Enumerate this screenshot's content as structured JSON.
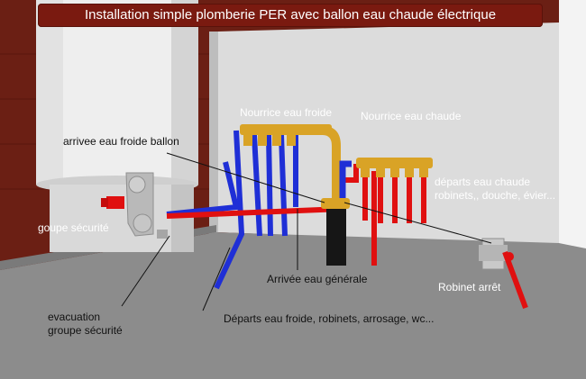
{
  "title": "Installation simple plomberie PER avec ballon eau chaude  électrique",
  "labels": {
    "nourrice_froide": "Nourrice eau froide",
    "nourrice_chaude": "Nourrice eau chaude",
    "arrivee_ballon": "arrivee eau froide ballon",
    "departs_chaude_1": "départs eau chaude",
    "departs_chaude_2": "robinets,, douche, évier...",
    "groupe_securite": "goupe sécurité",
    "arrivee_generale": "Arrivée eau générale",
    "robinet_arret": "Robinet arrêt",
    "evacuation_1": "evacuation",
    "evacuation_2": "groupe sécurité",
    "departs_froide": "Départs eau froide, robinets, arrosage, wc..."
  },
  "colors": {
    "wall_brown": "#6b1f14",
    "panel_grey": "#dedede",
    "floor_grey": "#8c8c8c",
    "tank_white": "#efefef",
    "pipe_blue": "#1f2fd6",
    "pipe_red": "#e01010",
    "brass": "#d9a326",
    "black_pipe": "#161616"
  }
}
